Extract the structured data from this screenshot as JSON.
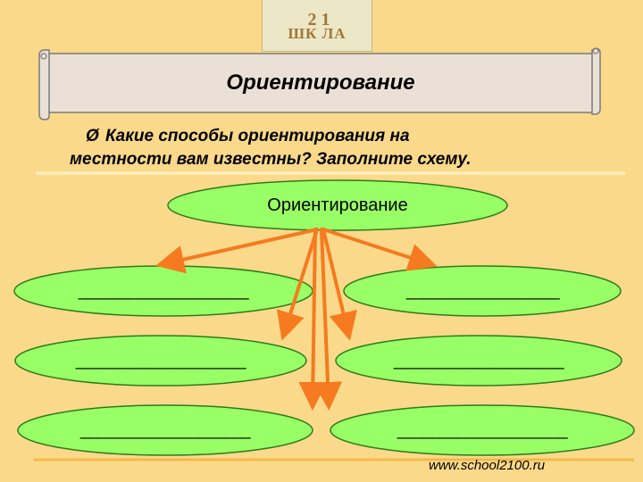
{
  "logo": {
    "text": "ШК  ЛА",
    "mark": "2 1"
  },
  "banner": {
    "title": "Ориентирование"
  },
  "question": {
    "bullet": "Ø",
    "line1": "Какие способы ориентирования на",
    "line2": "местности вам известны? Заполните схему."
  },
  "scheme": {
    "center": "Ориентирование",
    "blanks": [
      "____________________",
      "__________________",
      "____________________",
      "____________________",
      "____________________",
      "____________________"
    ]
  },
  "footer": {
    "website": "www.school2100.ru"
  },
  "colors": {
    "background": "#fad98a",
    "ellipse_fill": "#99ff66",
    "arrow": "#f57a20",
    "scroll": "#ebe0d6"
  }
}
